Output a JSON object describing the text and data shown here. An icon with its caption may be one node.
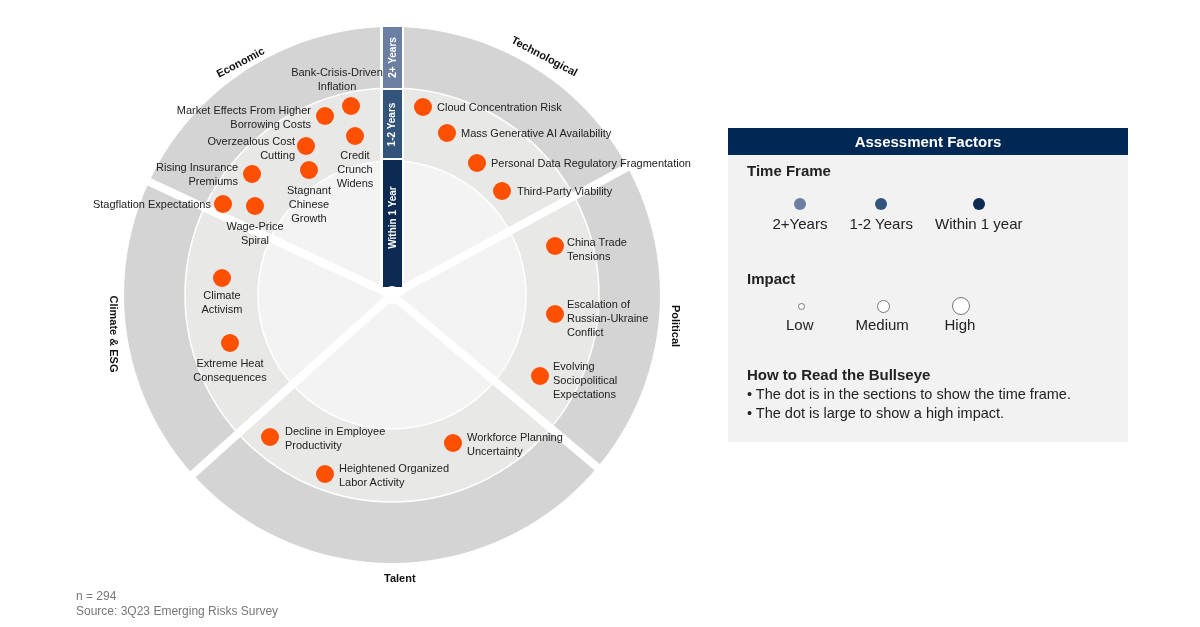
{
  "diagram": {
    "nodes": [
      {
        "text": [],
        "shape": "circle",
        "beside": [
          "Bank-Crisis-Driven Inflation"
        ]
      },
      {
        "text": [],
        "shape": "circle",
        "beside": [
          "Market Effects From Higher Borrowing Costs"
        ]
      },
      {
        "text": [],
        "shape": "circle",
        "beside": [
          "Credit Crunch Widens"
        ]
      },
      {
        "text": [],
        "shape": "circle",
        "beside": [
          "Overzealous Cost Cutting"
        ]
      },
      {
        "text": [],
        "shape": "circle",
        "beside": [
          "Stagnant Chinese Growth"
        ]
      },
      {
        "text": [],
        "shape": "circle",
        "beside": [
          "Rising Insurance Premiums"
        ]
      },
      {
        "text": [],
        "shape": "circle",
        "beside": [
          "Stagflation Expectations"
        ]
      },
      {
        "text": [],
        "shape": "circle",
        "beside": [
          "Wage-Price Spiral"
        ]
      },
      {
        "text": [],
        "shape": "circle",
        "beside": [
          "Cloud Concentration Risk"
        ]
      },
      {
        "text": [],
        "shape": "circle",
        "beside": [
          "Mass Generative AI Availability"
        ]
      },
      {
        "text": [],
        "shape": "circle",
        "beside": [
          "Personal Data Regulatory Fragmentation"
        ]
      },
      {
        "text": [],
        "shape": "circle",
        "beside": [
          "Third-Party Viability"
        ]
      },
      {
        "text": [],
        "shape": "circle",
        "beside": [
          "China Trade Tensions"
        ]
      },
      {
        "text": [],
        "shape": "circle",
        "beside": [
          "Escalation of Russian-Ukraine Conflict"
        ]
      },
      {
        "text": [],
        "shape": "circle",
        "beside": [
          "Evolving Sociopolitical Expectations"
        ]
      },
      {
        "text": [],
        "shape": "circle",
        "beside": [
          "Climate Activism"
        ]
      },
      {
        "text": [],
        "shape": "circle",
        "beside": [
          "Extreme Heat Consequences"
        ]
      },
      {
        "text": [],
        "shape": "circle",
        "beside": [
          "Decline in Employee Productivity"
        ]
      },
      {
        "text": [],
        "shape": "circle",
        "beside": [
          "Heightened Organized Labor Activity"
        ]
      },
      {
        "text": [],
        "shape": "circle",
        "beside": [
          "Workforce Planning Uncertainty"
        ]
      }
    ],
    "labels": [
      "Economic",
      "2+ Years",
      "Technological",
      "1-2 Years",
      "Within 1 Year",
      "Climate & ESG",
      "Political",
      "Talent",
      "Assessment Factors",
      "Time Frame",
      "Impact",
      "How to Read the Bullseye",
      "• The dot is in the sections to show the time frame.",
      "• The dot is large to show a high impact.",
      "n = 294",
      "Source: 3Q23 Emerging Risks Survey"
    ],
    "legend": [
      {
        "text": "2+Years",
        "color": "#6b7fa3"
      },
      {
        "text": "1-2 Years",
        "color": "#33557c"
      },
      {
        "text": "Within 1 year",
        "color": "#0c2a52"
      },
      {
        "text": "Low"
      },
      {
        "text": "Medium"
      },
      {
        "text": "High"
      }
    ]
  }
}
